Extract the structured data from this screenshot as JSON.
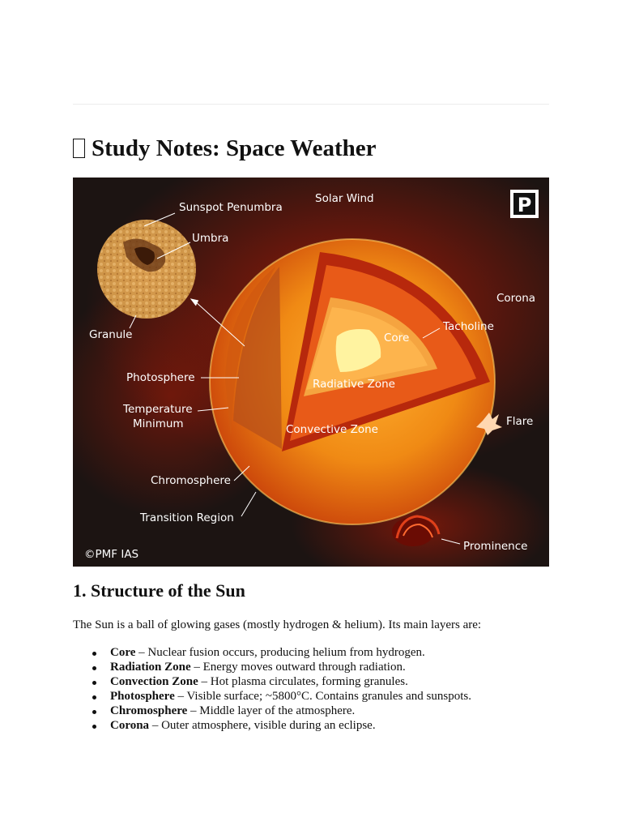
{
  "page": {
    "title_icon": "notebook-icon",
    "title": "Study Notes: Space Weather"
  },
  "figure": {
    "labels": {
      "sunspot_penumbra": "Sunspot Penumbra",
      "solar_wind": "Solar Wind",
      "umbra": "Umbra",
      "corona": "Corona",
      "granule": "Granule",
      "core": "Core",
      "tachocline": "Tacholine",
      "photosphere": "Photosphere",
      "radiative_zone": "Radiative Zone",
      "temperature_minimum_1": "Temperature",
      "temperature_minimum_2": "Minimum",
      "flare": "Flare",
      "convective_zone": "Convective Zone",
      "chromosphere": "Chromosphere",
      "transition_region": "Transition Region",
      "prominence": "Prominence",
      "credit": "©PMF IAS"
    },
    "logo_letter": "P",
    "colors": {
      "background": "#1c1412",
      "glow": "#8a1408",
      "sun": "#f07a12",
      "core": "#fff2a0"
    }
  },
  "section": {
    "heading": "1. Structure of the Sun",
    "intro": "The Sun is a ball of glowing gases (mostly hydrogen & helium). Its main layers are:",
    "items": [
      {
        "term": "Core",
        "desc": " – Nuclear fusion occurs, producing helium from hydrogen."
      },
      {
        "term": "Radiation Zone",
        "desc": " – Energy moves outward through radiation."
      },
      {
        "term": "Convection Zone",
        "desc": " – Hot plasma circulates, forming granules."
      },
      {
        "term": "Photosphere",
        "desc": " – Visible surface; ~5800°C. Contains granules and sunspots."
      },
      {
        "term": "Chromosphere",
        "desc": " – Middle layer of the atmosphere."
      },
      {
        "term": "Corona",
        "desc": " – Outer atmosphere, visible during an eclipse."
      }
    ]
  }
}
